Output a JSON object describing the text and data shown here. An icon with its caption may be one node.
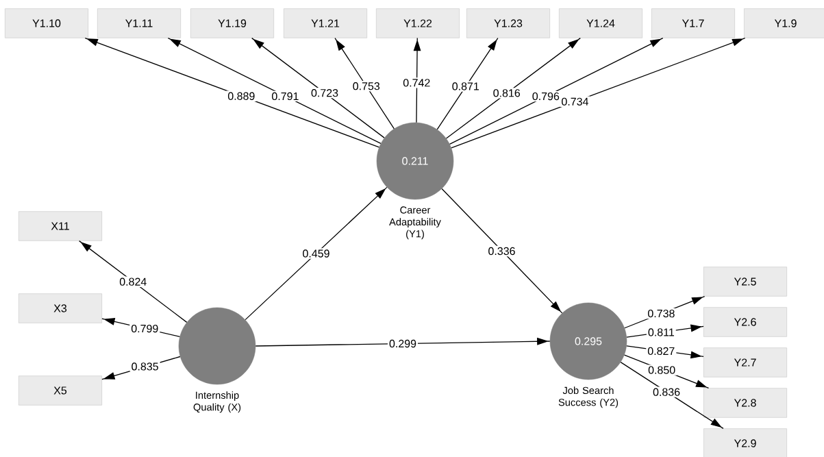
{
  "diagram": {
    "nodes": [
      {
        "text": [
          "Y1.10"
        ]
      },
      {
        "text": [
          "Y1.11"
        ]
      },
      {
        "text": [
          "Y1.19"
        ]
      },
      {
        "text": [
          "Y1.21"
        ]
      },
      {
        "text": [
          "Y1.22"
        ]
      },
      {
        "text": [
          "Y1.23"
        ]
      },
      {
        "text": [
          "Y1.24"
        ]
      },
      {
        "text": [
          "Y1.7"
        ]
      },
      {
        "text": [
          "Y1.9"
        ]
      },
      {
        "text": [
          "0.211"
        ],
        "beside": [
          "Career Adaptability (Y1)"
        ]
      },
      {
        "text": [
          "X11"
        ]
      },
      {
        "text": [
          "X3"
        ]
      },
      {
        "text": [
          "X5"
        ]
      },
      {
        "text": [],
        "shape": "circle",
        "beside": [
          "Internship Quality (X)"
        ]
      },
      {
        "text": [
          "0.295"
        ],
        "beside": [
          "Job Search Success (Y2)"
        ]
      },
      {
        "text": [
          "Y2.5"
        ]
      },
      {
        "text": [
          "Y2.6"
        ]
      },
      {
        "text": [
          "Y2.7"
        ]
      },
      {
        "text": [
          "Y2.8"
        ]
      },
      {
        "text": [
          "Y2.9"
        ]
      }
    ],
    "edges": [
      {
        "from": 9,
        "to": 0,
        "arrow": "to",
        "label": "0.889"
      },
      {
        "from": 9,
        "to": 1,
        "arrow": "to",
        "label": "0.791"
      },
      {
        "from": 9,
        "to": 2,
        "arrow": "to",
        "label": "0.723"
      },
      {
        "from": 9,
        "to": 3,
        "arrow": "to",
        "label": "0.753"
      },
      {
        "from": 9,
        "to": 4,
        "arrow": "to",
        "label": "0.742"
      },
      {
        "from": 9,
        "to": 5,
        "arrow": "to",
        "label": "0.871"
      },
      {
        "from": 9,
        "to": 6,
        "arrow": "to",
        "label": "0.816"
      },
      {
        "from": 9,
        "to": 7,
        "arrow": "to",
        "label": "0.796"
      },
      {
        "from": 9,
        "to": 8,
        "arrow": "to",
        "label": "0.734"
      },
      {
        "from": 13,
        "to": 10,
        "arrow": "to",
        "label": "0.824"
      },
      {
        "from": 13,
        "to": 11,
        "arrow": "to",
        "label": "0.799"
      },
      {
        "from": 13,
        "to": 12,
        "arrow": "to",
        "label": "0.835"
      },
      {
        "from": 13,
        "to": 9,
        "arrow": "to",
        "label": "0.459"
      },
      {
        "from": 9,
        "to": 14,
        "arrow": "to",
        "label": "0.336"
      },
      {
        "from": 13,
        "to": 14,
        "arrow": "to",
        "label": "0.299"
      },
      {
        "from": 14,
        "to": 15,
        "arrow": "to",
        "label": "0.738"
      },
      {
        "from": 14,
        "to": 16,
        "arrow": "to",
        "label": "0.811"
      },
      {
        "from": 14,
        "to": 17,
        "arrow": "to",
        "label": "0.827"
      },
      {
        "from": 14,
        "to": 18,
        "arrow": "to",
        "label": "0.850"
      },
      {
        "from": 14,
        "to": 19,
        "arrow": "to",
        "label": "0.836"
      }
    ]
  }
}
